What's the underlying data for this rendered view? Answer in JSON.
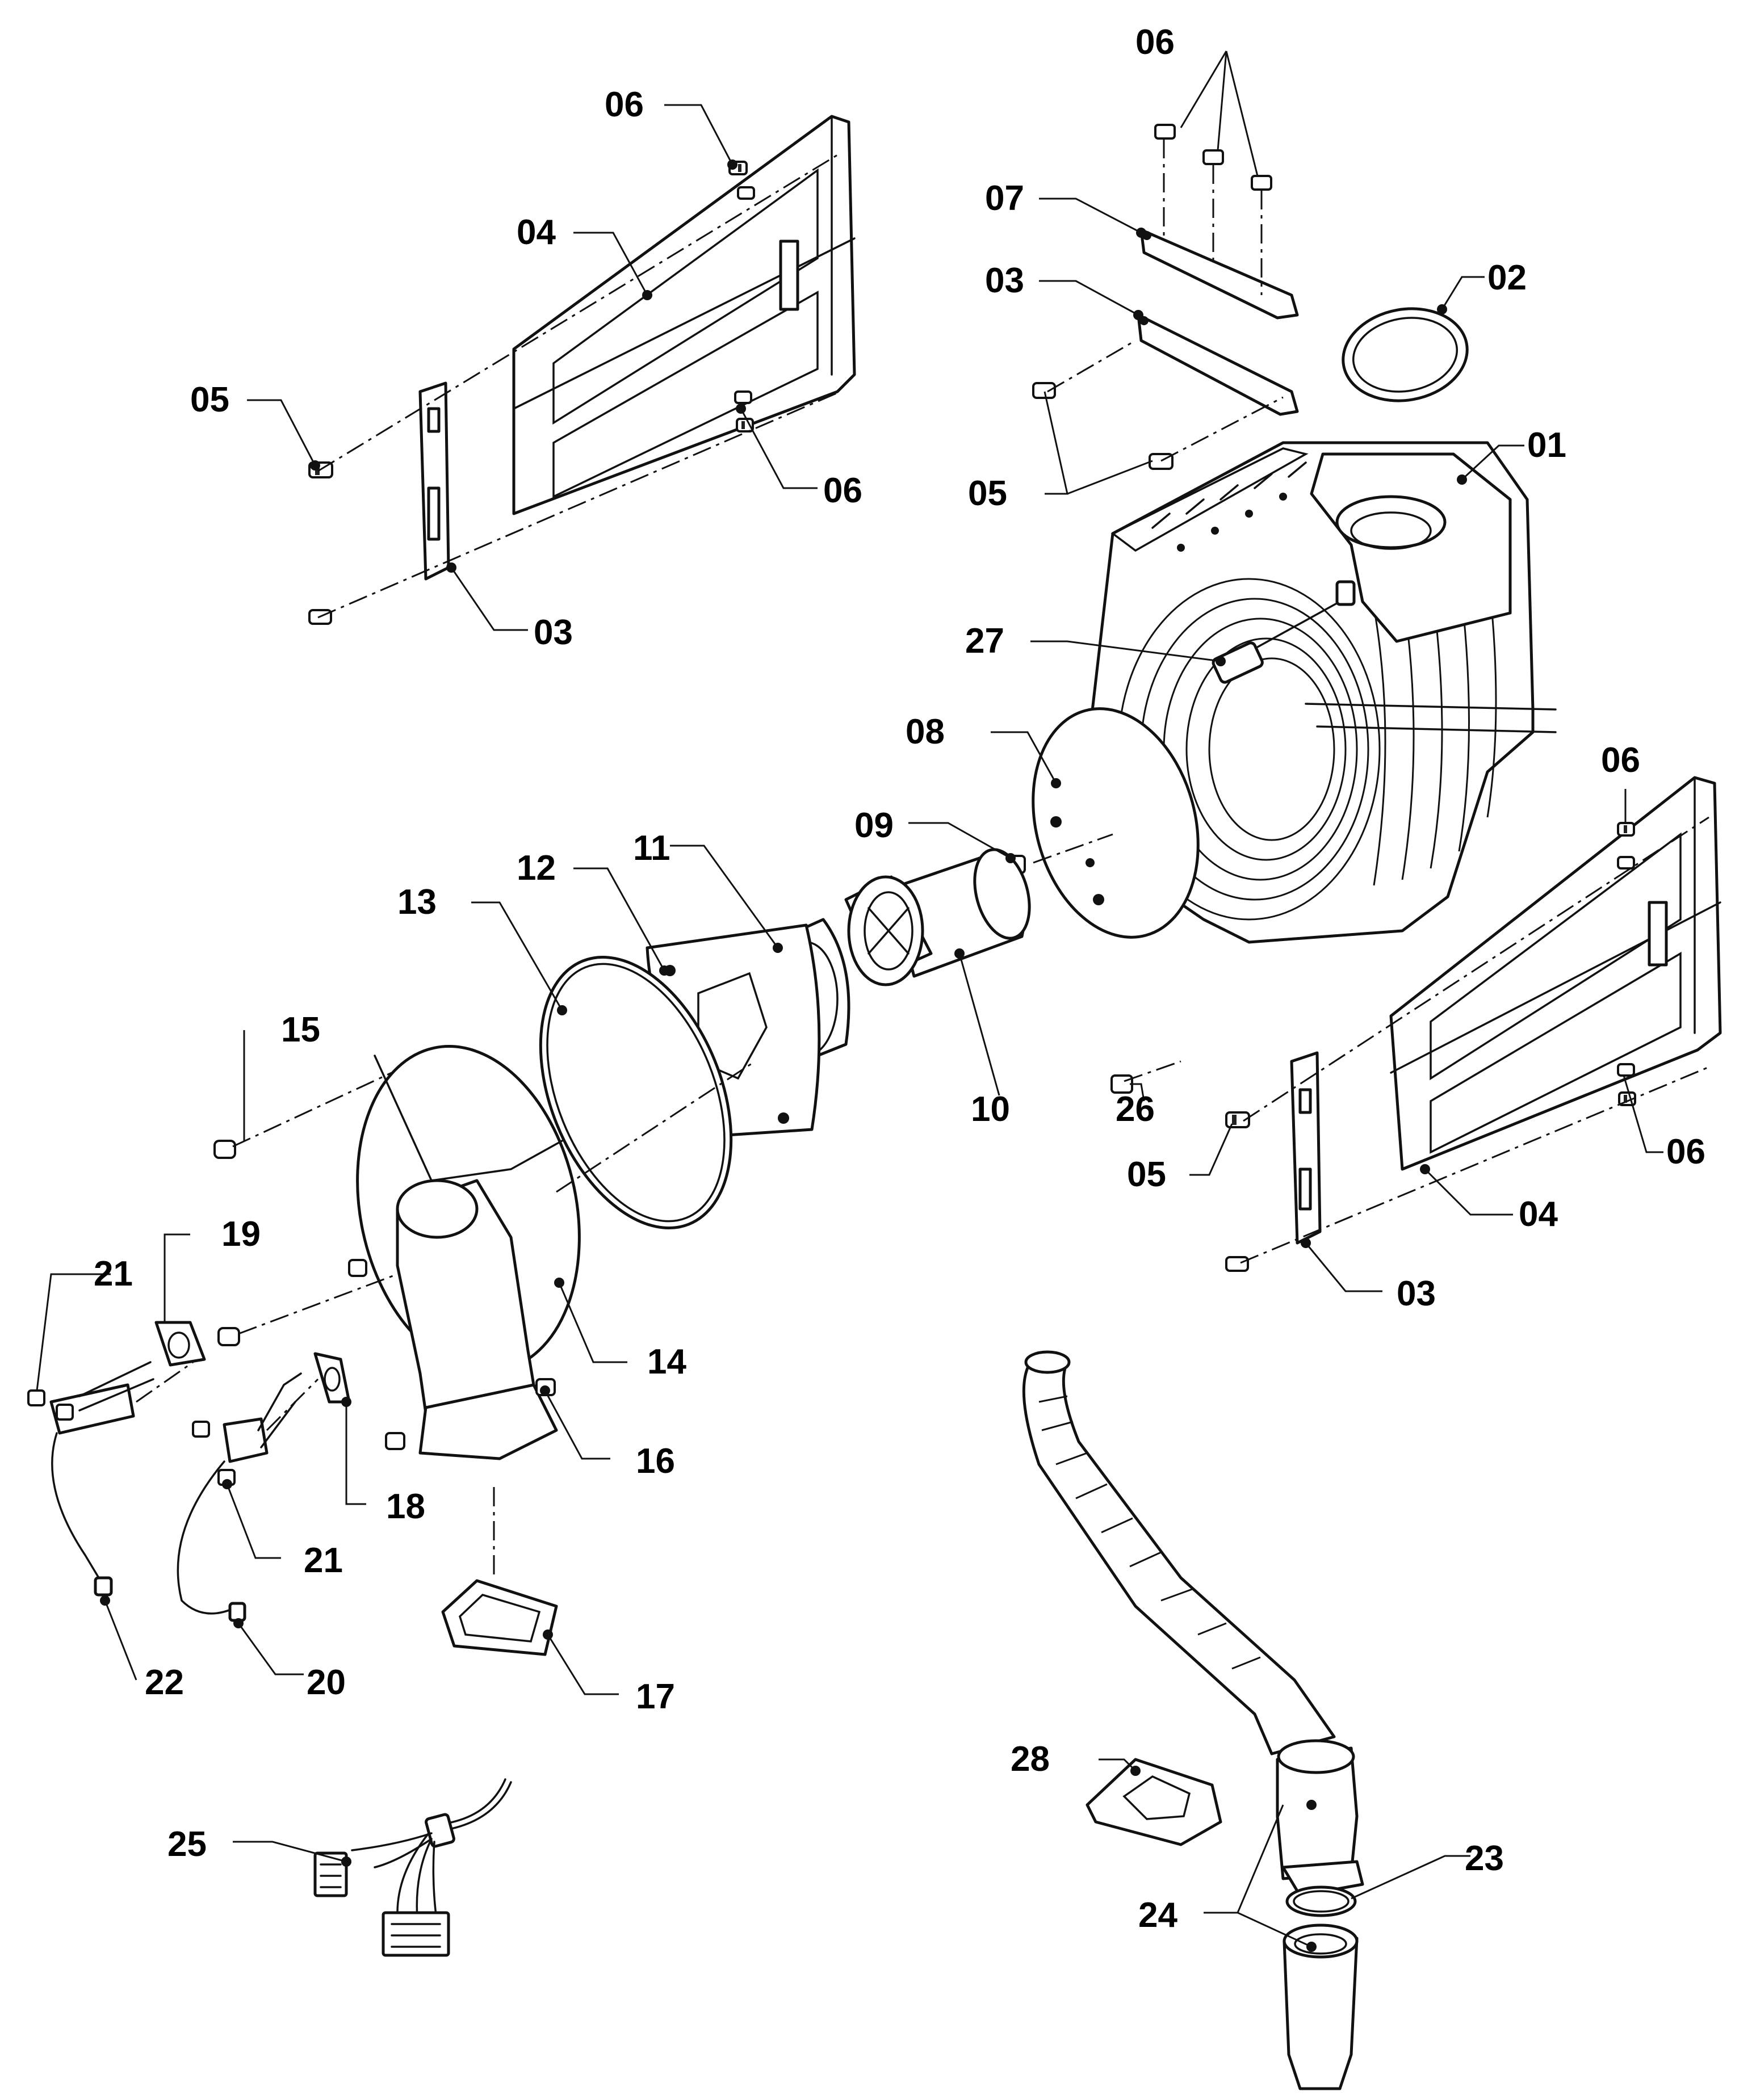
{
  "colors": {
    "ink": "#111111",
    "paper": "#ffffff"
  },
  "callouts": {
    "c01": "01",
    "c02": "02",
    "c03a": "03",
    "c03b": "03",
    "c03c": "03",
    "c04a": "04",
    "c04b": "04",
    "c05a": "05",
    "c05b": "05",
    "c05c": "05",
    "c06a": "06",
    "c06b": "06",
    "c06c": "06",
    "c06d": "06",
    "c06e": "06",
    "c07": "07",
    "c08": "08",
    "c09": "09",
    "c10": "10",
    "c11": "11",
    "c12": "12",
    "c13": "13",
    "c14": "14",
    "c15": "15",
    "c16": "16",
    "c17": "17",
    "c18": "18",
    "c19": "19",
    "c20": "20",
    "c21a": "21",
    "c21b": "21",
    "c22": "22",
    "c23": "23",
    "c24": "24",
    "c25": "25",
    "c26": "26",
    "c27": "27",
    "c28": "28"
  }
}
